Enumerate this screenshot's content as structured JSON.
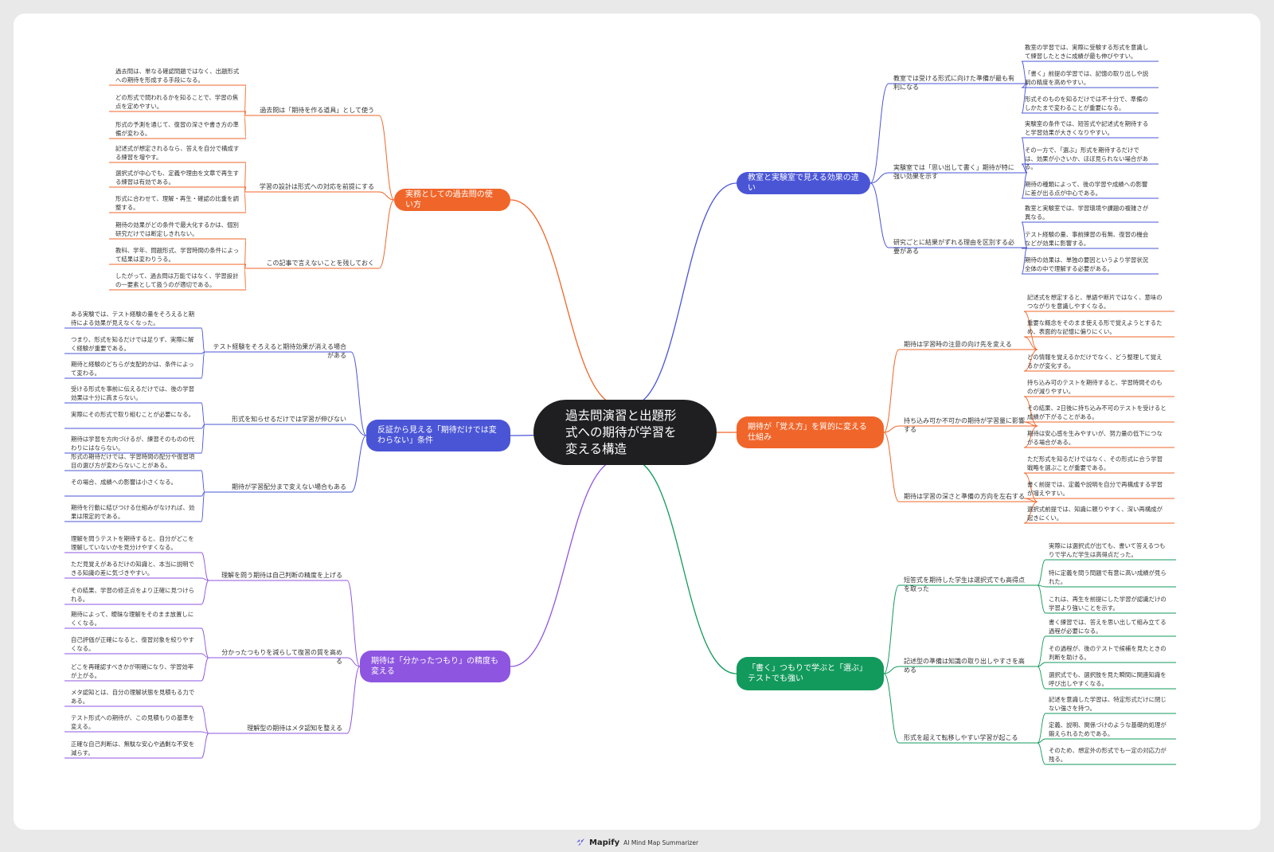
{
  "center": "過去問演習と出題形式への期待が学習を変える構造",
  "branches": [
    {
      "label": "教室と実験室で見える効果の違い",
      "color": "#4a55d6",
      "topics": [
        {
          "label": "教室では受ける形式に向けた準備が最も有利になる",
          "leaves": [
            "教室の学習では、実際に受験する形式を意識して練習したときに成績が最も伸びやすい。",
            "「書く」前提の学習では、記憶の取り出しや説明の精度を高めやすい。",
            "形式そのものを知るだけでは不十分で、準備のしかたまで変わることが重要になる。"
          ]
        },
        {
          "label": "実験室では「思い出して書く」期待が特に強い効果を示す",
          "leaves": [
            "実験室の条件では、短答式や記述式を期待すると学習効果が大きくなりやすい。",
            "その一方で、「選ぶ」形式を期待するだけでは、効果が小さいか、ほぼ見られない場合がある。",
            "期待の種類によって、後の学習や成績への影響に差が出る点が中心である。"
          ]
        },
        {
          "label": "研究ごとに結果がずれる理由を区別する必要がある",
          "leaves": [
            "教室と実験室では、学習環境や課題の複雑さが異なる。",
            "テスト経験の量、事前練習の有無、復習の機会などが効果に影響する。",
            "期待の効果は、単独の要因というより学習状況全体の中で理解する必要がある。"
          ]
        }
      ]
    },
    {
      "label": "期待が「覚え方」を質的に変える仕組み",
      "color": "#f0662a",
      "topics": [
        {
          "label": "期待は学習時の注意の向け先を変える",
          "leaves": [
            "記述式を想定すると、単語や断片ではなく、意味のつながりを意識しやすくなる。",
            "重要な概念をそのまま使える形で覚えようとするため、表面的な記憶に偏りにくい。",
            "どの情報を覚えるかだけでなく、どう整理して覚えるかが変化する。"
          ]
        },
        {
          "label": "持ち込み可か不可かの期待が学習量に影響する",
          "leaves": [
            "持ち込み可のテストを期待すると、学習時間そのものが減りやすい。",
            "その結果、2日後に持ち込み不可のテストを受けると成績が下がることがある。",
            "期待は安心感を生みやすいが、努力量の低下につながる場合がある。"
          ]
        },
        {
          "label": "期待は学習の深さと準備の方向を左右する",
          "leaves": [
            "ただ形式を知るだけではなく、その形式に合う学習戦略を選ぶことが重要である。",
            "書く前提では、定義や説明を自分で再構成する学習が増えやすい。",
            "選択式前提では、知識に頼りやすく、深い再構成が起きにくい。"
          ]
        }
      ]
    },
    {
      "label": "「書く」つもりで学ぶと「選ぶ」テストでも強い",
      "color": "#129a5c",
      "topics": [
        {
          "label": "短答式を期待した学生は選択式でも高得点を取った",
          "leaves": [
            "実際には選択式が出ても、書いて答えるつもりで学んだ学生は高得点だった。",
            "特に定義を問う問題で有意に高い成績が見られた。",
            "これは、再生を前提にした学習が認識だけの学習より強いことを示す。"
          ]
        },
        {
          "label": "記述型の準備は知識の取り出しやすさを高める",
          "leaves": [
            "書く練習では、答えを思い出して組み立てる過程が必要になる。",
            "その過程が、後のテストで候補を見たときの判断を助ける。",
            "選択式でも、選択肢を見た瞬間に関連知識を呼び出しやすくなる。"
          ]
        },
        {
          "label": "形式を超えて転移しやすい学習が起こる",
          "leaves": [
            "記述を意識した学習は、特定形式だけに閉じない強さを持つ。",
            "定義、説明、関係づけのような基礎的処理が鍛えられるためである。",
            "そのため、想定外の形式でも一定の対応力が残る。"
          ]
        }
      ]
    },
    {
      "label": "実務としての過去問の使い方",
      "color": "#f0662a",
      "topics": [
        {
          "label": "過去問は「期待を作る道具」として使う",
          "leaves": [
            "過去問は、単なる確認問題ではなく、出題形式への期待を形成する手段になる。",
            "どの形式で問われるかを知ることで、学習の焦点を定めやすい。",
            "形式の予測を通じて、復習の深さや書き方の準備が変わる。"
          ]
        },
        {
          "label": "学習の設計は形式への対応を前提にする",
          "leaves": [
            "記述式が想定されるなら、答えを自分で構成する練習を増やす。",
            "選択式が中心でも、定義や理由を文章で再生する練習は有効である。",
            "形式に合わせて、理解・再生・確認の比重を調整する。"
          ]
        },
        {
          "label": "この記事で言えないことを残しておく",
          "leaves": [
            "期待の効果がどの条件で最大化するかは、個別研究だけでは断定しきれない。",
            "教科、学年、問題形式、学習時間の条件によって結果は変わりうる。",
            "したがって、過去問は万能ではなく、学習設計の一要素として扱うのが適切である。"
          ]
        }
      ]
    },
    {
      "label": "反証から見える「期待だけでは変わらない」条件",
      "color": "#4a55d6",
      "topics": [
        {
          "label": "テスト経験をそろえると期待効果が消える場合がある",
          "leaves": [
            "ある実験では、テスト経験の量をそろえると期待による効果が見えなくなった。",
            "つまり、形式を知るだけでは足りず、実際に解く経験が重要である。",
            "期待と経験のどちらが支配的かは、条件によって変わる。"
          ]
        },
        {
          "label": "形式を知らせるだけでは学習が伸びない",
          "leaves": [
            "受ける形式を事前に伝えるだけでは、後の学習効果は十分に高まらない。",
            "実際にその形式で取り組むことが必要になる。",
            "期待は学習を方向づけるが、練習そのものの代わりにはならない。"
          ]
        },
        {
          "label": "期待が学習配分まで変えない場合もある",
          "leaves": [
            "形式の期待だけでは、学習時間の配分や復習項目の選び方が変わらないことがある。",
            "その場合、成績への影響は小さくなる。",
            "期待を行動に結びつける仕組みがなければ、効果は限定的である。"
          ]
        }
      ]
    },
    {
      "label": "期待は「分かったつもり」の精度も変える",
      "color": "#8e55e0",
      "topics": [
        {
          "label": "理解を問う期待は自己判断の精度を上げる",
          "leaves": [
            "理解を問うテストを期待すると、自分がどこを理解していないかを見分けやすくなる。",
            "ただ見覚えがあるだけの知識と、本当に説明できる知識の差に気づきやすい。",
            "その結果、学習の修正点をより正確に見つけられる。"
          ]
        },
        {
          "label": "分かったつもりを減らして復習の質を高める",
          "leaves": [
            "期待によって、曖昧な理解をそのまま放置しにくくなる。",
            "自己評価が正確になると、復習対象を絞りやすくなる。",
            "どこを再確認すべきかが明確になり、学習効率が上がる。"
          ]
        },
        {
          "label": "理解型の期待はメタ認知を整える",
          "leaves": [
            "メタ認知とは、自分の理解状態を見積もる力である。",
            "テスト形式への期待が、この見積もりの基準を変える。",
            "正確な自己判断は、無駄な安心や過剰な不安を減らす。"
          ]
        }
      ]
    },
    {
      "footer": {
        "brand": "Mapify",
        "tagline": "AI Mind Map Summarizer"
      }
    }
  ]
}
